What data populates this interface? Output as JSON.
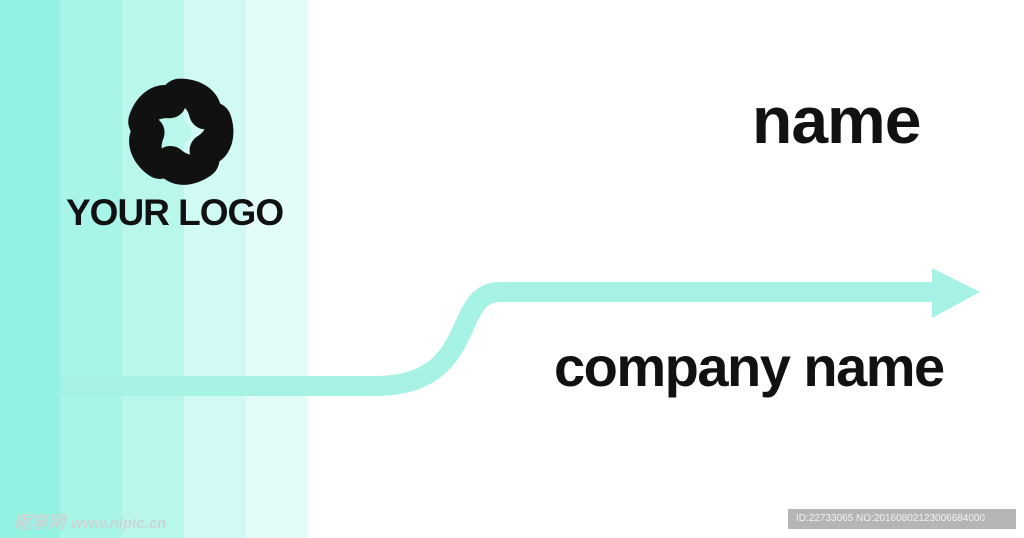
{
  "card": {
    "logo_text": "YOUR LOGO",
    "name": "name",
    "company": "company name"
  },
  "watermark": {
    "brand": "昵享网",
    "url": "www.nipic.cn",
    "id_text": "ID:22733065 NO:20160802123006684000"
  },
  "colors": {
    "accent": "#7ef0de",
    "text": "#111111",
    "background": "#ffffff"
  },
  "icons": {
    "logo": "swirl-flower-icon",
    "arrow": "arrow-right-icon"
  }
}
